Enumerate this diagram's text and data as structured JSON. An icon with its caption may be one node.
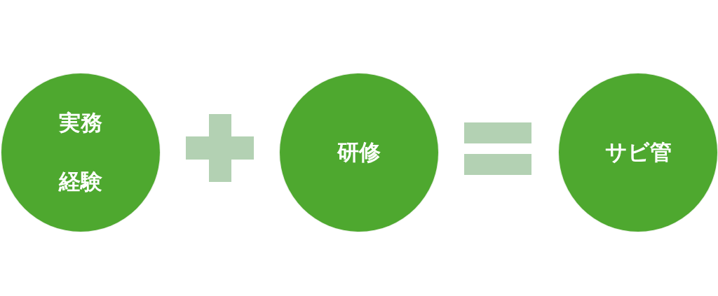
{
  "diagram": {
    "nodes": [
      {
        "text": [
          "実務経験"
        ]
      },
      {
        "text": [],
        "shape": "plus"
      },
      {
        "text": [
          "研修"
        ]
      },
      {
        "text": [],
        "shape": "equals"
      },
      {
        "text": [
          "サビ管"
        ]
      }
    ]
  }
}
